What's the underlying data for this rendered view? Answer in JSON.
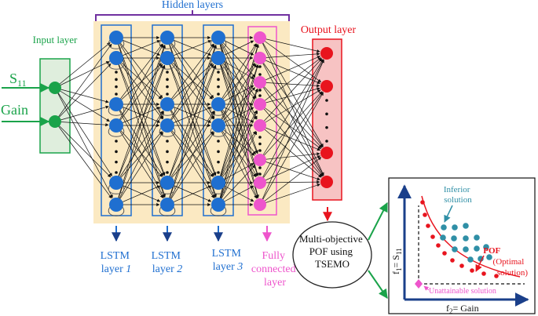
{
  "header": {
    "hidden_layers": "Hidden layers"
  },
  "inputs": {
    "s11_main": "S",
    "s11_sub": "11",
    "gain": "Gain"
  },
  "input_layer": {
    "title": "Input layer"
  },
  "output_layer": {
    "title": "Output layer"
  },
  "lstm": [
    {
      "line1": "LSTM",
      "prefix": "layer ",
      "num": "1"
    },
    {
      "line1": "LSTM",
      "prefix": "layer ",
      "num": "2"
    },
    {
      "line1": "LSTM",
      "prefix": "layer ",
      "num": "3"
    }
  ],
  "fc": {
    "line1": "Fully",
    "line2": "connected",
    "line3": "layer"
  },
  "mo": {
    "line1": "Multi-objective",
    "line2": "POF using",
    "line3": "TSEMO"
  },
  "plot": {
    "ylabel_main": "f",
    "ylabel_sub": "1",
    "ylabel_rest": "= S",
    "ylabel_rest_sub": "11",
    "xlabel_main": "f",
    "xlabel_sub": "2",
    "xlabel_rest": "= Gain",
    "inferior_line1": "Inferior",
    "inferior_line2": "solution",
    "pof_bold": "POF",
    "pof_line2": "(Optimal",
    "pof_line3": "solution)",
    "unattainable": "Unattainable solution"
  },
  "colors": {
    "green": "#1aa34a",
    "blue": "#1f6fd0",
    "navy": "#1a3f8a",
    "pink": "#ee55cc",
    "red": "#e8141e",
    "purple": "#7030a0",
    "teal": "#2f8fa6",
    "cream": "#fbe9c2",
    "input_fill": "#dfeedd",
    "output_fill": "#f7c3c3"
  }
}
